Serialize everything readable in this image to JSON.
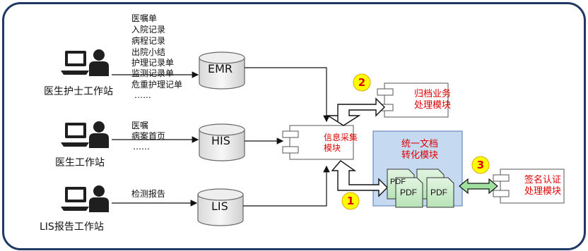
{
  "workstations": [
    {
      "label": "医生护士工作站",
      "icon": "computer-user-icon"
    },
    {
      "label": "医生工作站",
      "icon": "computer-user-icon"
    },
    {
      "label": "LIS报告工作站",
      "icon": "computer-user-icon"
    }
  ],
  "databases": [
    {
      "label": "EMR"
    },
    {
      "label": "HIS"
    },
    {
      "label": "LIS"
    }
  ],
  "emr_records": [
    "医嘱单",
    "入院记录",
    "病程记录",
    "出院小结",
    "护理记录单",
    "监测记录单",
    "危重护理记单",
    "……"
  ],
  "his_records": [
    "医嘱",
    "病案首页",
    "……"
  ],
  "lis_records": [
    "检测报告"
  ],
  "modules": {
    "collection": [
      "信息采集",
      "模块"
    ],
    "conversion": [
      "统一文档",
      "转化模块"
    ],
    "archive": [
      "归档业务",
      "处理模块"
    ],
    "signature": [
      "签名认证",
      "处理模块"
    ]
  },
  "pdf_labels": [
    "PDF",
    "PDF",
    "PDF"
  ],
  "badges": [
    "1",
    "2",
    "3"
  ],
  "colors": {
    "frame": "#1f3864",
    "accent_red": "#e00000",
    "conversion_fill": "#c5d9f1",
    "pdf_fill": "#c6efce",
    "badge_fill": "#ffff00",
    "arrow_fill": "#ffffff"
  }
}
